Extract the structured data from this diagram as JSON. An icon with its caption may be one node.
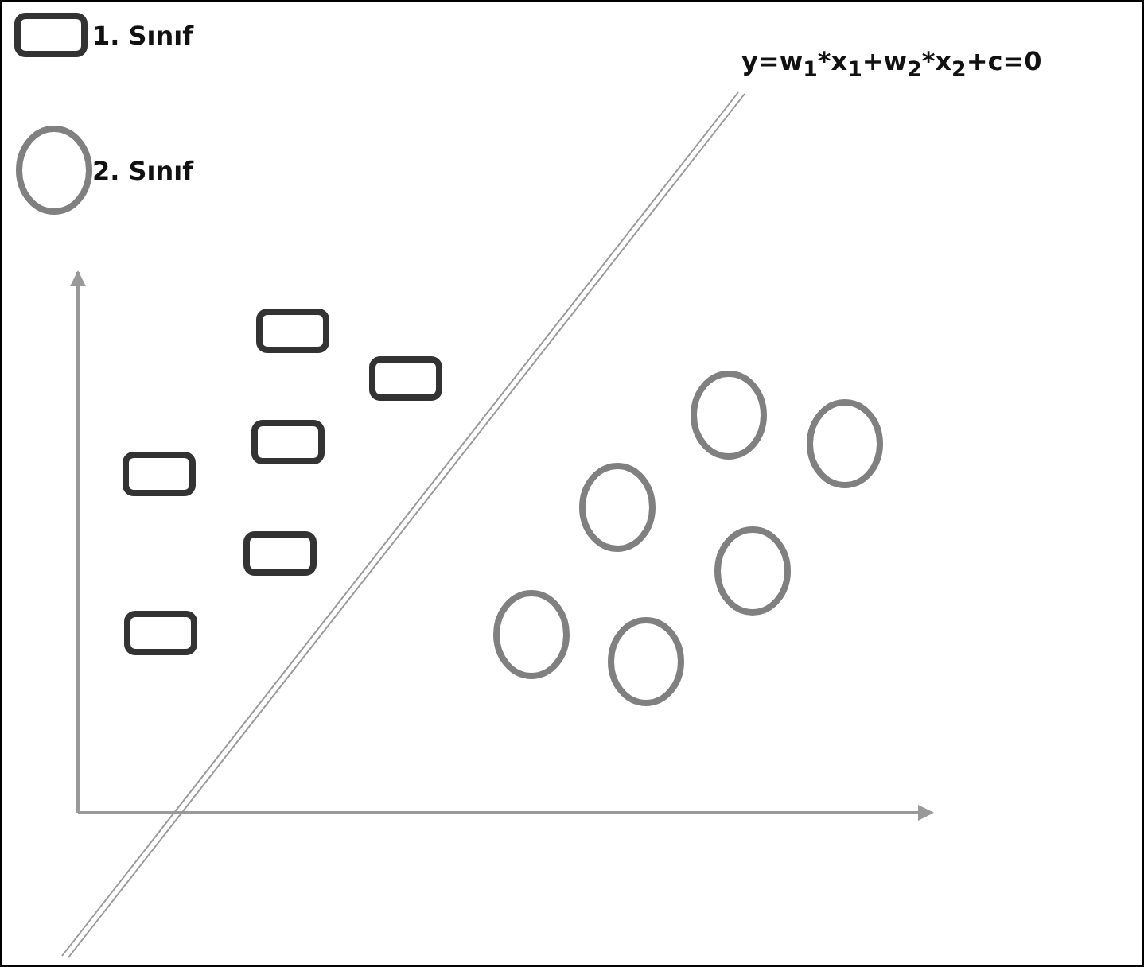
{
  "diagram": {
    "labels": [
      "y=w$_{1}$*x$_{1}$+w$_{2}$*x$_{2}$+c=0"
    ],
    "legend": [
      {
        "text": "1. Sınıf"
      },
      {
        "text": "2. Sınıf"
      }
    ]
  }
}
